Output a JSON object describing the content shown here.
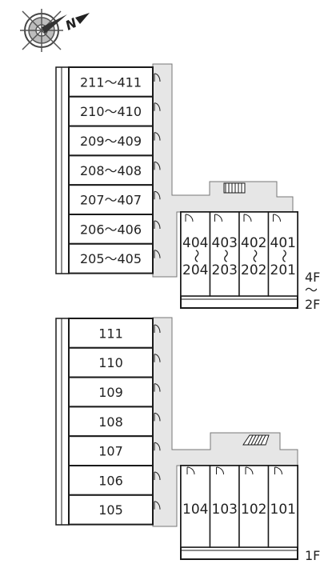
{
  "compass": {
    "icon": "compass-north-icon",
    "label": "N"
  },
  "upper_block": {
    "floor_label_top": "4F",
    "floor_label_sep": "〜",
    "floor_label_bottom": "2F",
    "left_wing_units": [
      "211〜411",
      "210〜410",
      "209〜409",
      "208〜408",
      "207〜407",
      "206〜406",
      "205〜405"
    ],
    "right_wing_units": [
      {
        "top": "404",
        "sep": "〜",
        "bottom": "204"
      },
      {
        "top": "403",
        "sep": "〜",
        "bottom": "203"
      },
      {
        "top": "402",
        "sep": "〜",
        "bottom": "202"
      },
      {
        "top": "401",
        "sep": "〜",
        "bottom": "201"
      }
    ]
  },
  "lower_block": {
    "floor_label": "1F",
    "left_wing_units": [
      "111",
      "110",
      "109",
      "108",
      "107",
      "106",
      "105"
    ],
    "right_wing_units": [
      "104",
      "103",
      "102",
      "101"
    ]
  },
  "colors": {
    "corridor": "#e6e6e6",
    "wall": "#1a1a1a",
    "text": "#222222"
  }
}
